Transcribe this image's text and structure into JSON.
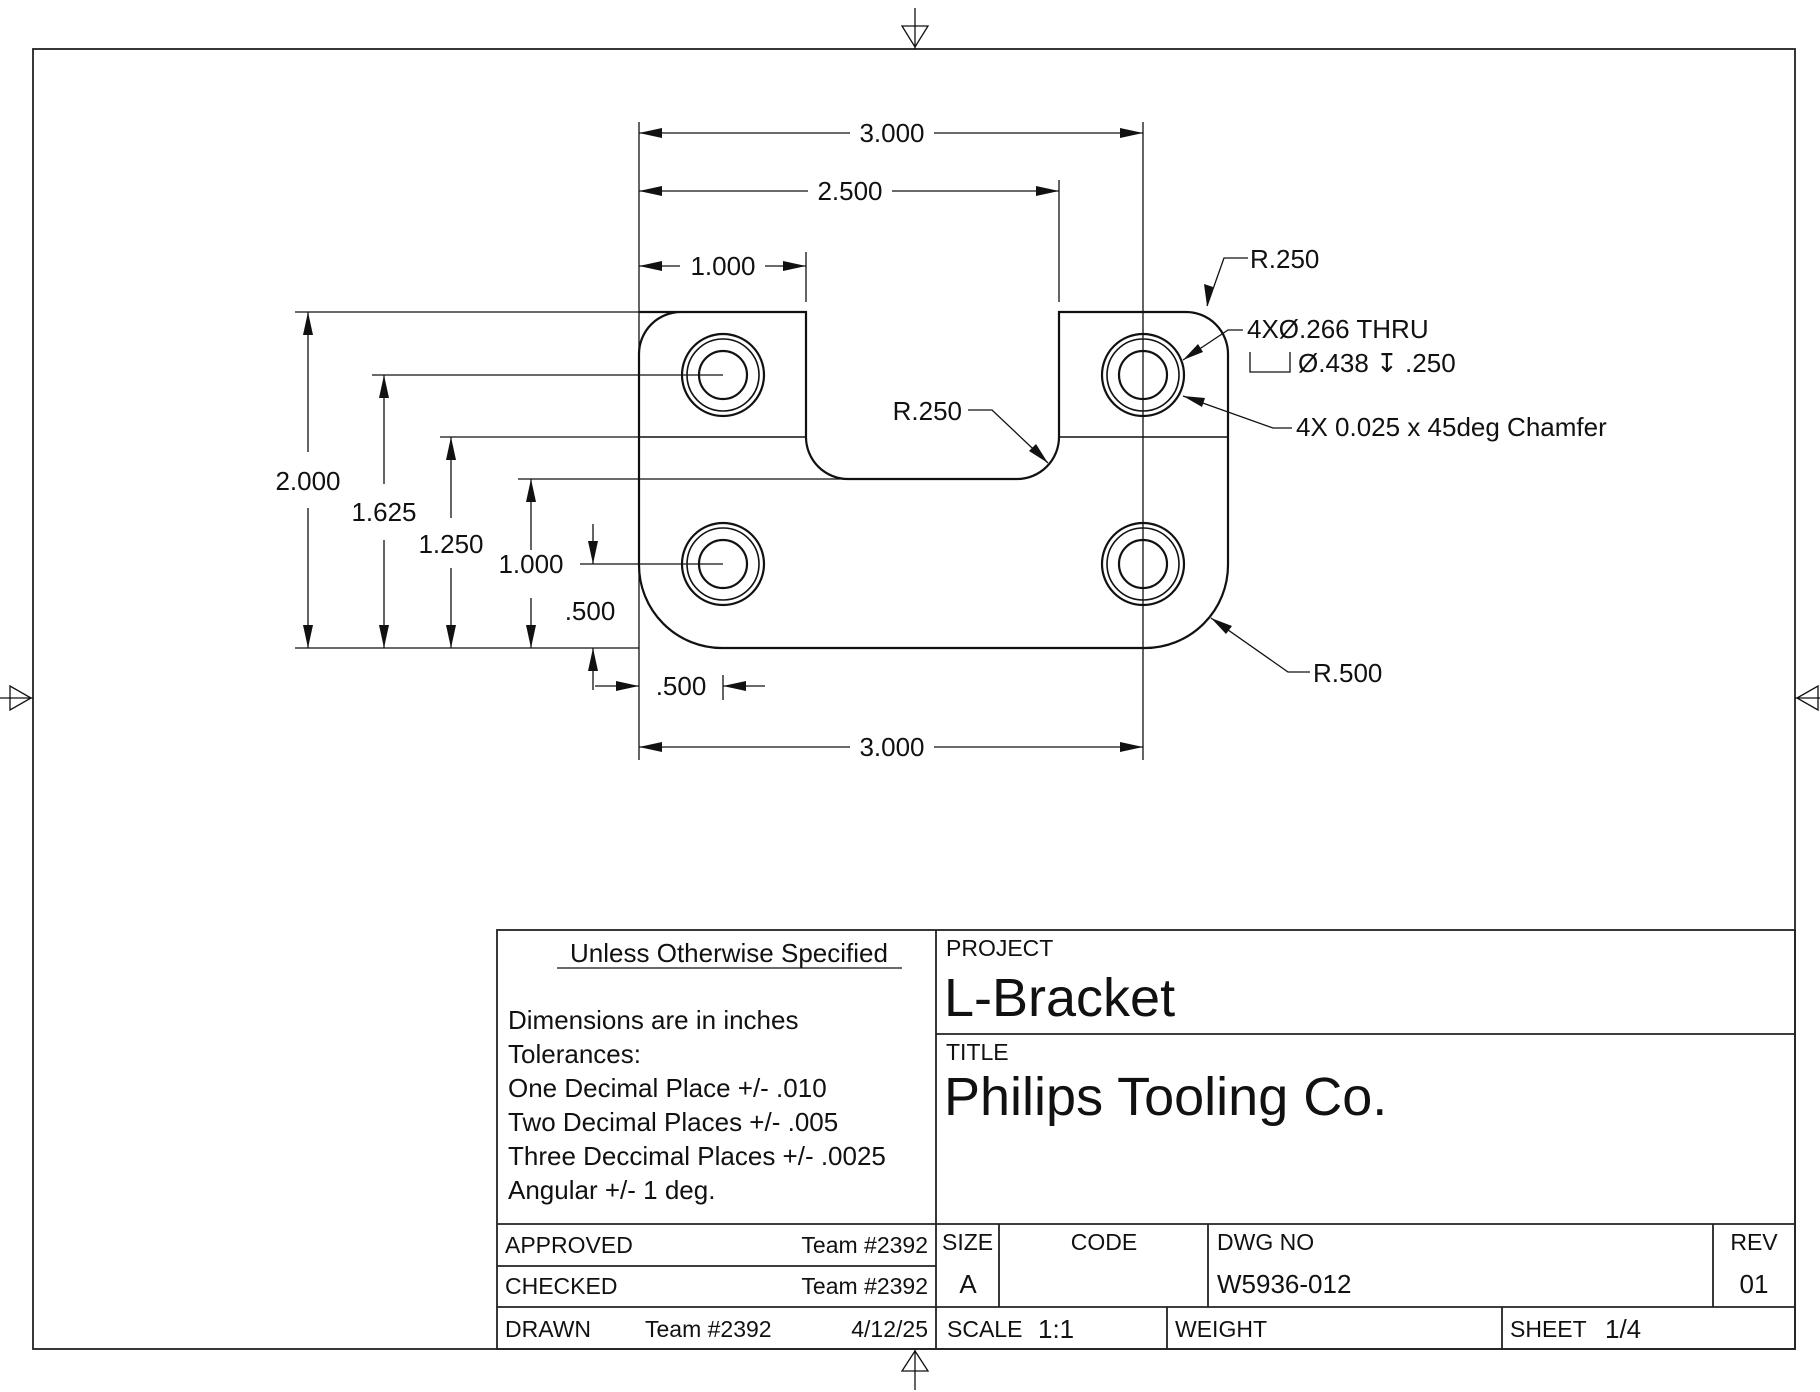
{
  "drawing": {
    "dimensions": {
      "top_overall_width": "3.000",
      "top_slot_right": "2.500",
      "top_slot_left": "1.000",
      "left_height": "2.000",
      "left_hole_top": "1.625",
      "left_step": "1.250",
      "left_slot_bottom": "1.000",
      "left_hole_bottom": ".500",
      "bottom_hole_offset": ".500",
      "bottom_hole_spacing": "3.000"
    },
    "callouts": {
      "corner_radius_top": "R.250",
      "slot_radius": "R.250",
      "corner_radius_bottom": "R.500",
      "hole_spec_line1": "4XØ.266 THRU",
      "hole_spec_line2": "Ø.438 ↧ .250",
      "chamfer": "4X 0.025 x 45deg Chamfer"
    }
  },
  "title_block": {
    "notes": {
      "heading": "Unless Otherwise Specified",
      "lines": [
        "Dimensions are in inches",
        "Tolerances:",
        "One Decimal Place +/- .010",
        "Two Decimal Places +/- .005",
        "Three Deccimal Places +/- .0025",
        "Angular +/- 1 deg."
      ]
    },
    "approved_label": "APPROVED",
    "approved_value": "Team #2392",
    "checked_label": "CHECKED",
    "checked_value": "Team #2392",
    "drawn_label": "DRAWN",
    "drawn_value": "Team #2392",
    "drawn_date": "4/12/25",
    "project_label": "PROJECT",
    "project_value": "L-Bracket",
    "title_label": "TITLE",
    "title_value": "Philips Tooling Co.",
    "size_label": "SIZE",
    "size_value": "A",
    "code_label": "CODE",
    "code_value": "",
    "dwg_no_label": "DWG NO",
    "dwg_no_value": "W5936-012",
    "rev_label": "REV",
    "rev_value": "01",
    "scale_label": "SCALE",
    "scale_value": "1:1",
    "weight_label": "WEIGHT",
    "weight_value": "",
    "sheet_label": "SHEET",
    "sheet_value": "1/4"
  }
}
